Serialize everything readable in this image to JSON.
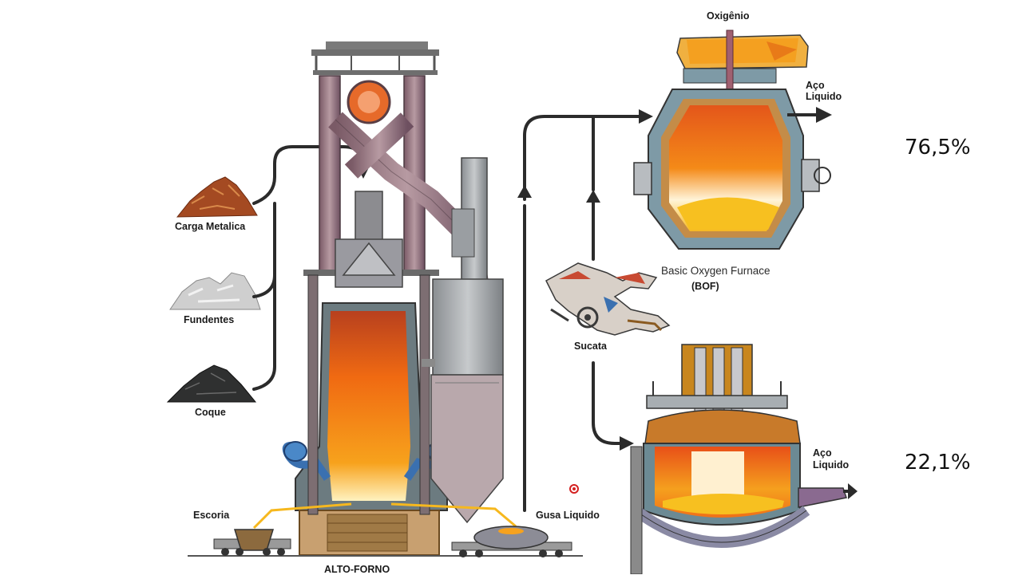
{
  "labels": {
    "carga_metalica": "Carga Metalica",
    "fundentes": "Fundentes",
    "coque": "Coque",
    "escoria": "Escoria",
    "gusa_liquido": "Gusa Liquido",
    "alto_forno": "ALTO-FORNO",
    "oxigenio": "Oxigênio",
    "aco_liquido_top_line1": "Aço",
    "aco_liquido_top_line2": "Liquido",
    "bof_name": "Basic Oxygen Furnace",
    "bof_abbr": "(BOF)",
    "sucata": "Sucata",
    "aco_liquido_bottom_line1": "Aço",
    "aco_liquido_bottom_line2": "Liquido"
  },
  "percentages": {
    "bof": "76,5%",
    "eaf": "22,1%"
  },
  "colors": {
    "arrow": "#2b2b2b",
    "molten": "#f07a14",
    "molten_light": "#ffc21a",
    "steel_pipe": "#9a7a82",
    "refractory": "#7a9aa0",
    "ore": "#a44a22",
    "flux": "#c8c8c8",
    "coke": "#2f3030",
    "pointer": "#d42020"
  }
}
